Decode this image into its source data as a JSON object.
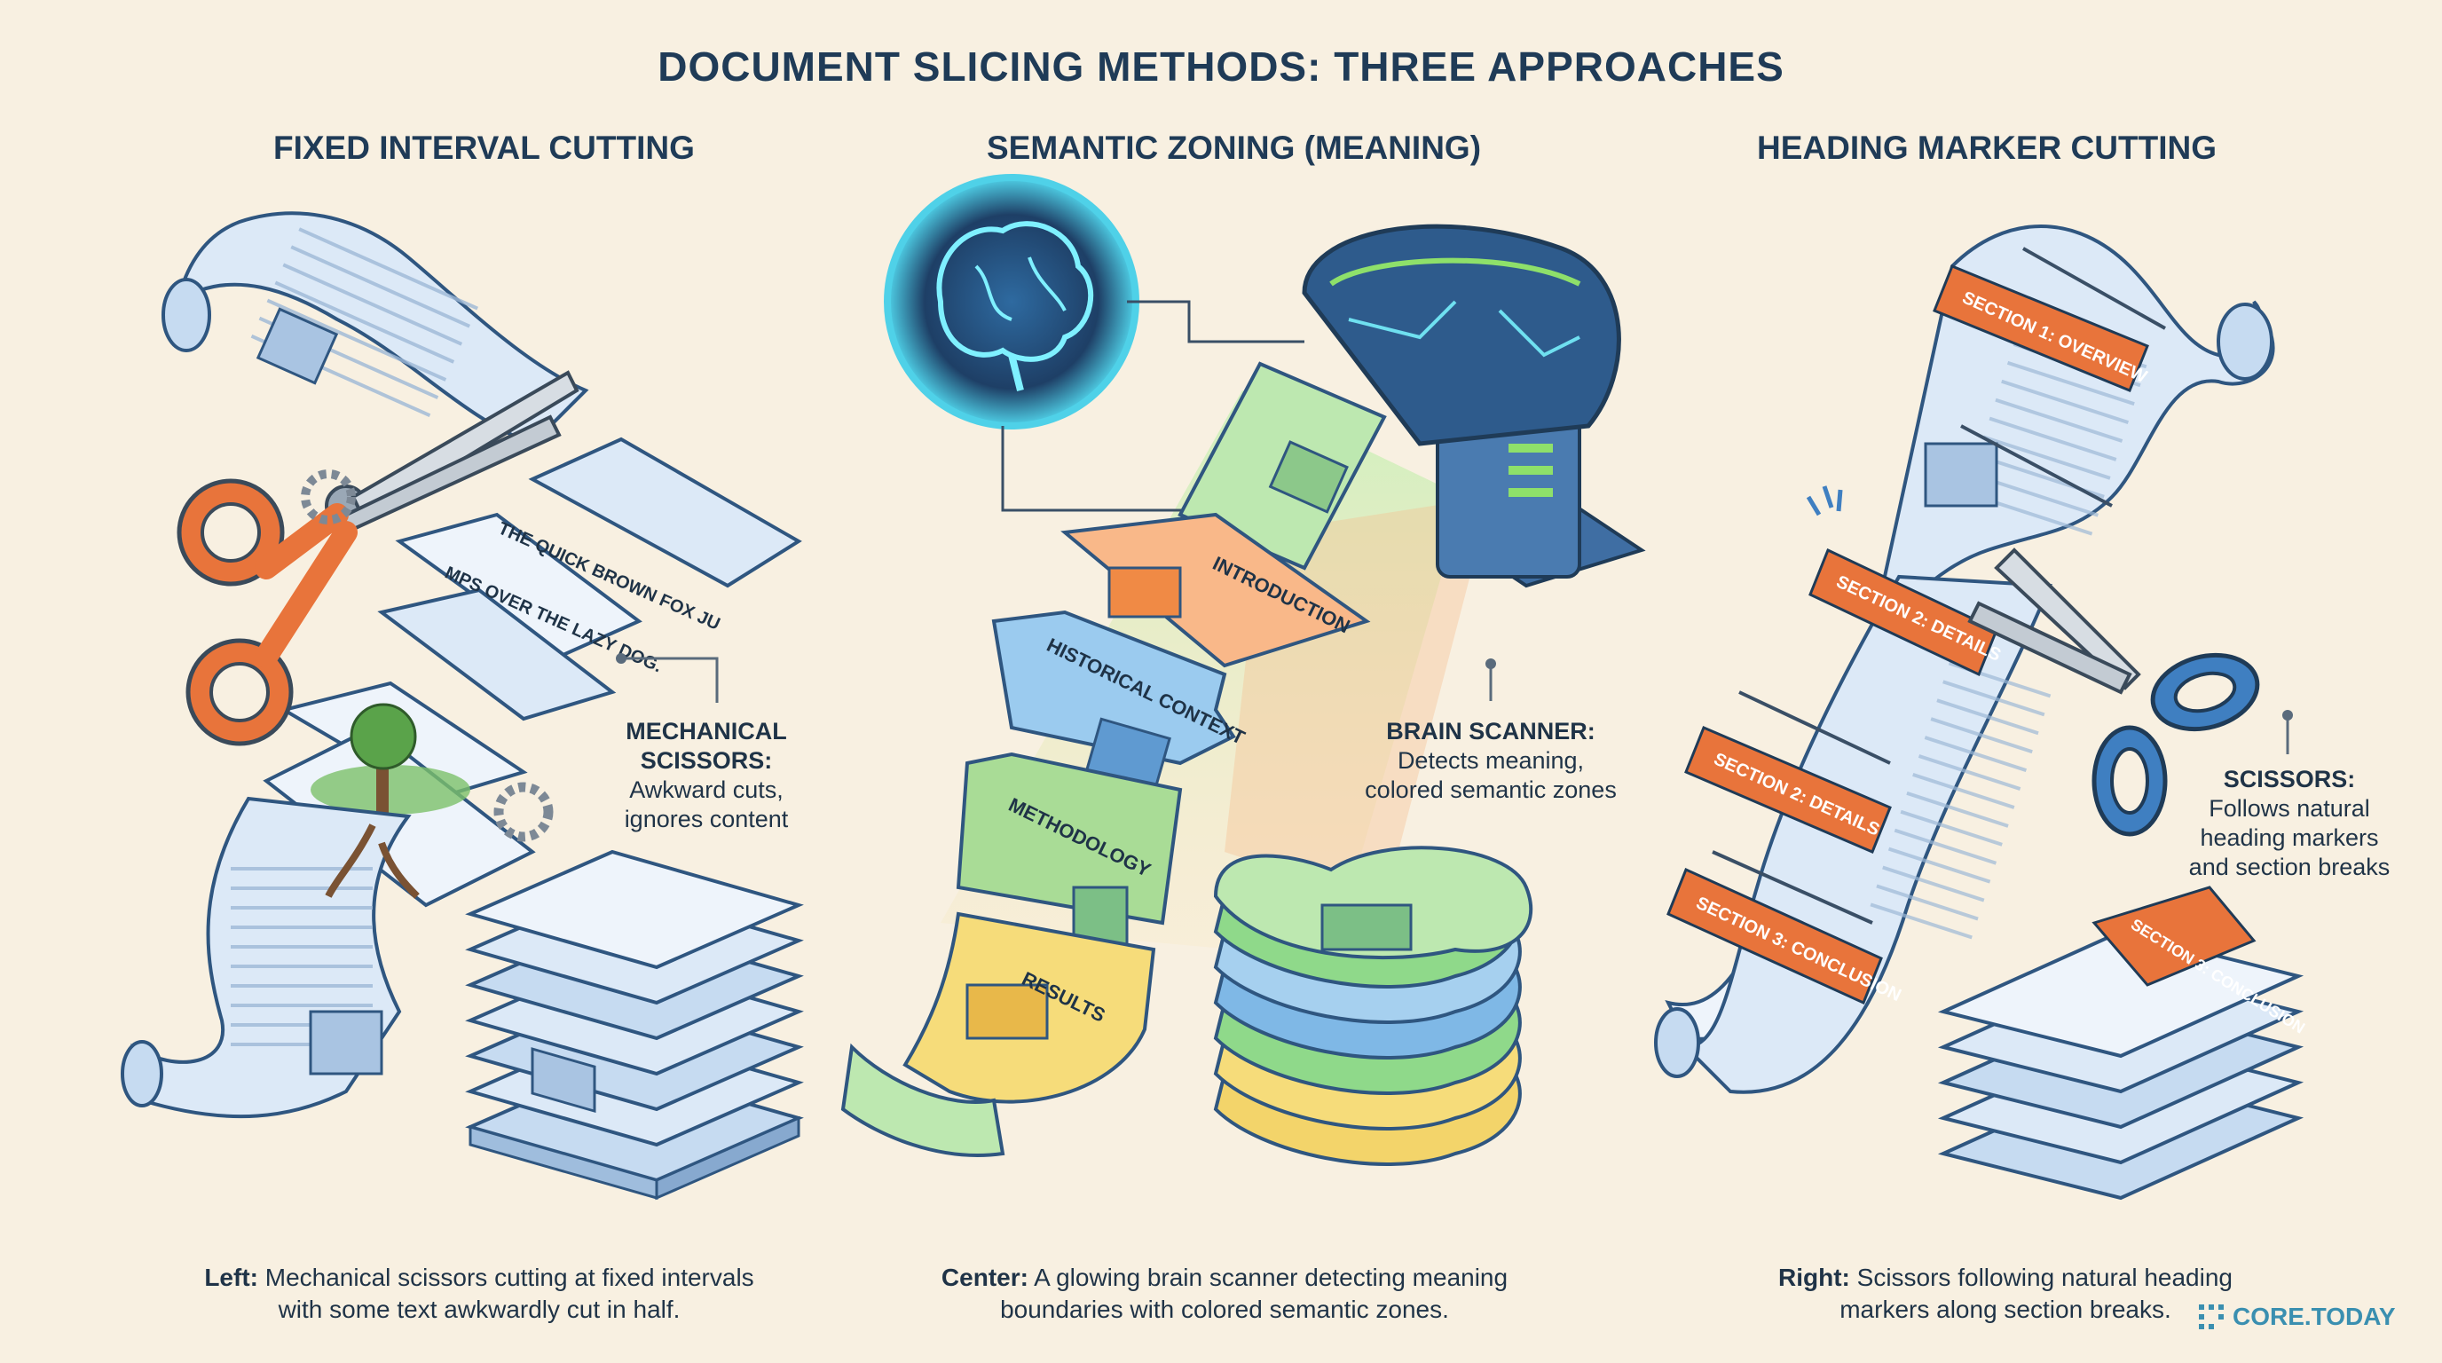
{
  "title": "DOCUMENT SLICING METHODS: THREE APPROACHES",
  "columns": {
    "left": {
      "heading": "FIXED INTERVAL CUTTING",
      "strip_text_1": "THE QUICK BROWN FOX JU",
      "strip_text_2": "MPS OVER THE LAZY DOG.",
      "callout_title": "MECHANICAL SCISSORS:",
      "callout_line1": "Awkward cuts,",
      "callout_line2": "ignores content",
      "caption_lead": "Left:",
      "caption_line1": " Mechanical scissors cutting at fixed intervals",
      "caption_line2": "with some text awkwardly cut in half."
    },
    "center": {
      "heading": "SEMANTIC ZONING (MEANING)",
      "zones": [
        "INTRODUCTION",
        "HISTORICAL CONTEXT",
        "METHODOLOGY",
        "RESULTS"
      ],
      "callout_title": "BRAIN SCANNER:",
      "callout_line1": "Detects meaning,",
      "callout_line2": "colored semantic zones",
      "caption_lead": "Center:",
      "caption_line1": " A glowing brain scanner detecting meaning",
      "caption_line2": "boundaries with colored semantic zones."
    },
    "right": {
      "heading": "HEADING MARKER CUTTING",
      "sections": [
        "SECTION 1: OVERVIEW",
        "SECTION 2: DETAILS",
        "SECTION 2: DETAILS",
        "SECTION 3: CONCLUSION"
      ],
      "stack_label": "SECTION 3: CONCLUSION",
      "callout_title": "SCISSORS:",
      "callout_line1": "Follows natural",
      "callout_line2": "heading markers",
      "callout_line3": "and section breaks",
      "caption_lead": "Right:",
      "caption_line1": " Scissors following natural heading",
      "caption_line2": "markers along section breaks."
    }
  },
  "brand": "CORE.TODAY",
  "colors": {
    "background": "#f8f0e1",
    "paper": "#dce9f7",
    "ink": "#1f3b57",
    "orange": "#e8743b",
    "blue": "#3f7fc1",
    "green": "#8fd98a",
    "yellow": "#f7dc7a",
    "brain_glow": "#4fd1e8"
  }
}
